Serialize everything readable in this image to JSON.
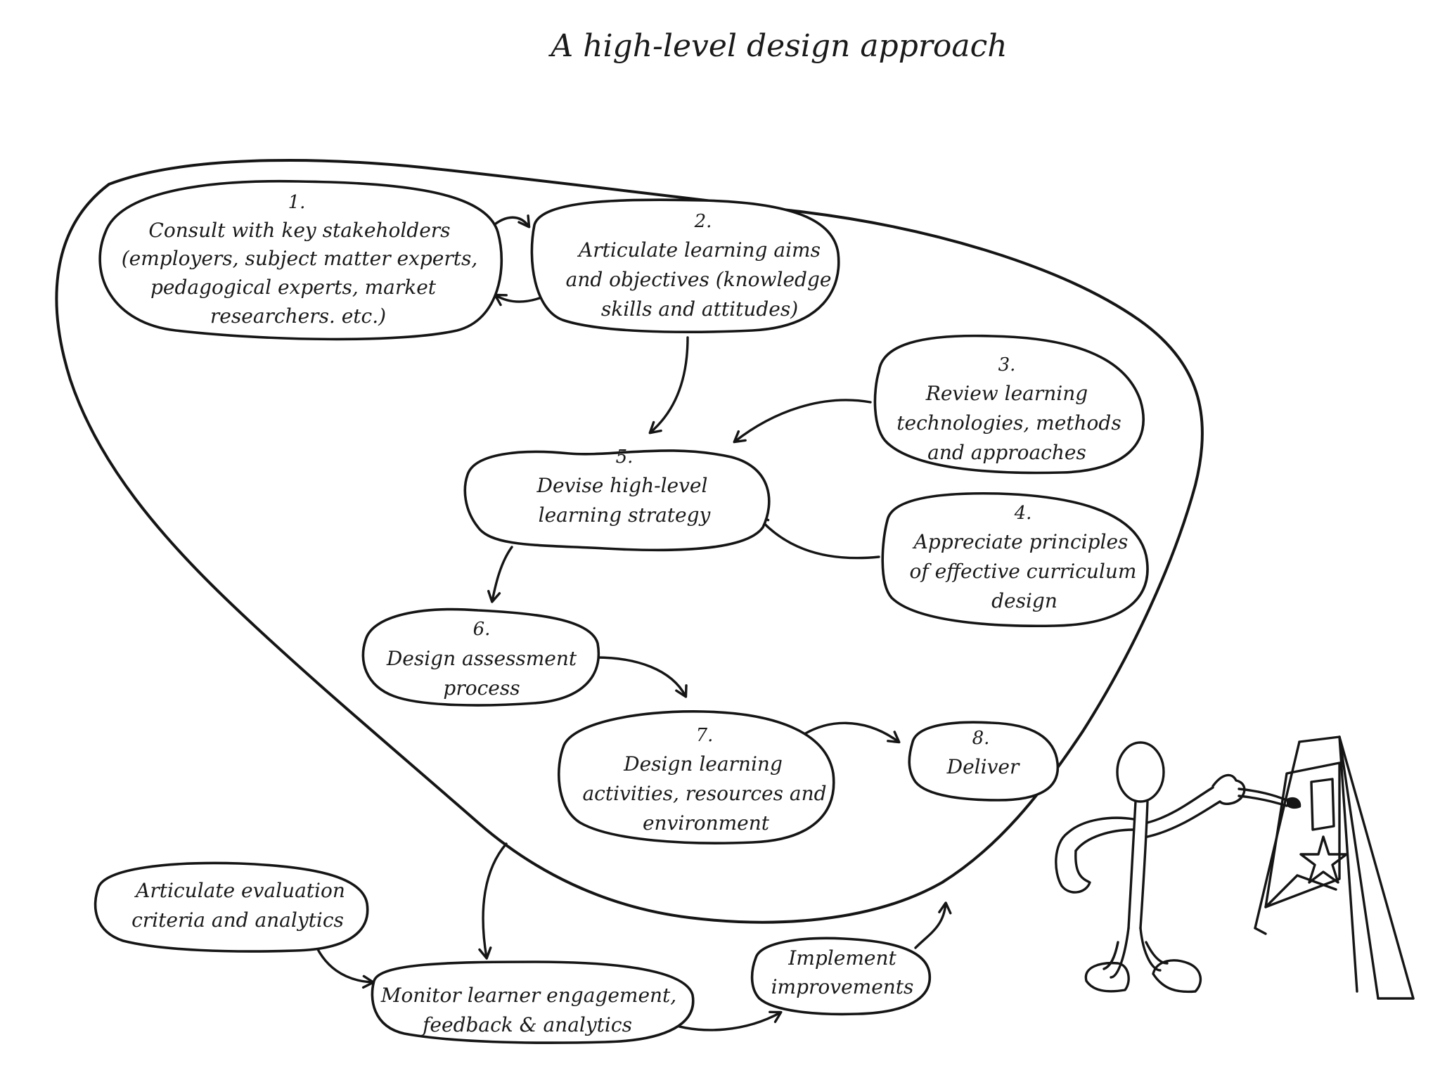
{
  "title": "A high-level design approach",
  "nodes": {
    "n1": {
      "number": "1.",
      "lines": [
        "Consult with key stakeholders",
        "(employers, subject matter experts,",
        "pedagogical experts, market",
        "researchers. etc.)"
      ]
    },
    "n2": {
      "number": "2.",
      "lines": [
        "Articulate learning aims",
        "and objectives (knowledge,",
        "skills and attitudes)"
      ]
    },
    "n3": {
      "number": "3.",
      "lines": [
        "Review learning",
        "technologies, methods",
        "and approaches"
      ]
    },
    "n4": {
      "number": "4.",
      "lines": [
        "Appreciate principles",
        "of effective curriculum",
        "design"
      ]
    },
    "n5": {
      "number": "5.",
      "lines": [
        "Devise high-level",
        "learning strategy"
      ]
    },
    "n6": {
      "number": "6.",
      "lines": [
        "Design assessment",
        "process"
      ]
    },
    "n7": {
      "number": "7.",
      "lines": [
        "Design learning",
        "activities, resources and",
        "environment"
      ]
    },
    "n8": {
      "number": "8.",
      "lines": [
        "Deliver"
      ]
    },
    "evaluation": {
      "lines": [
        "Articulate evaluation",
        "criteria and analytics"
      ]
    },
    "monitor": {
      "lines": [
        "Monitor learner engagement,",
        "feedback & analytics"
      ]
    },
    "improve": {
      "lines": [
        "Implement",
        "improvements"
      ]
    }
  }
}
